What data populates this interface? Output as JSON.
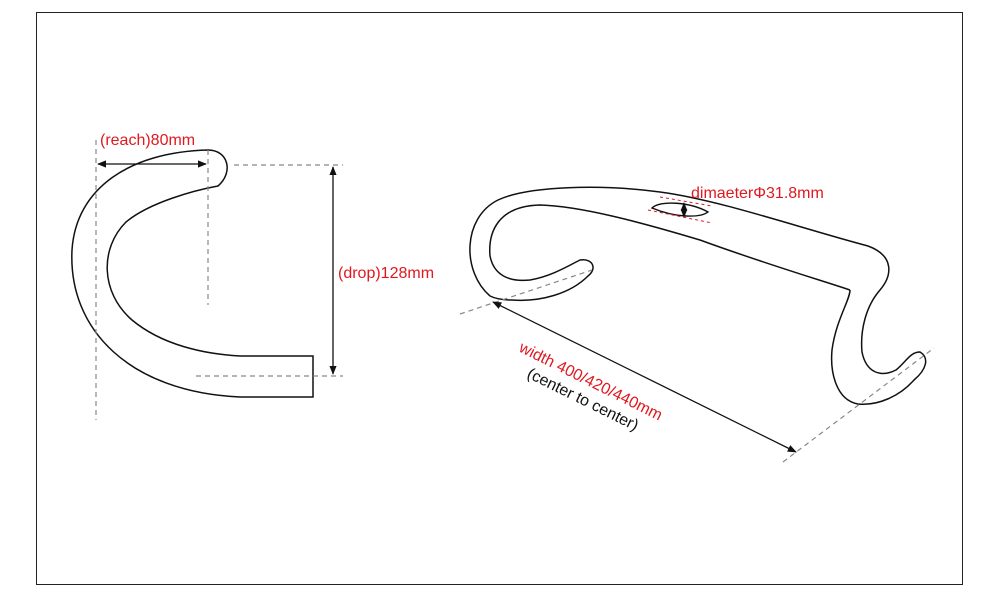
{
  "labels": {
    "reach": "(reach)80mm",
    "drop": "(drop)128mm",
    "diameter": "dimaeterΦ31.8mm",
    "width": "width 400/420/440mm",
    "width_note": "(center to center)"
  },
  "colors": {
    "accent": "#e0181f",
    "line": "#111111",
    "dashed": "#888888"
  }
}
